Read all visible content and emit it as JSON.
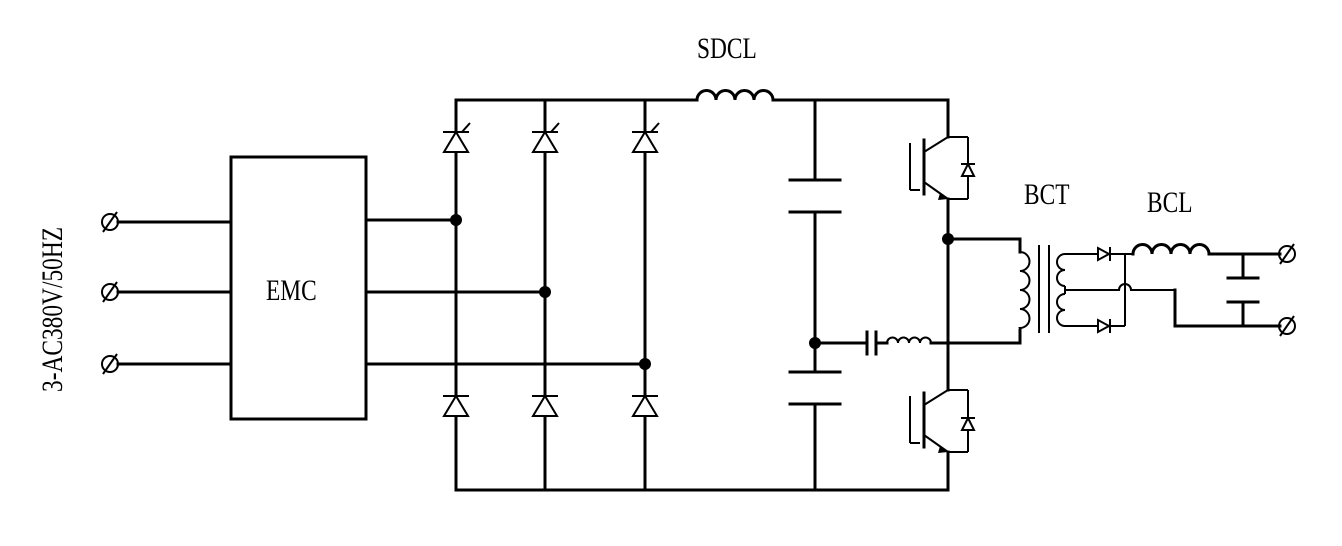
{
  "labels": {
    "supply": "3-AC380V/50HZ",
    "emc": "EMC",
    "sdcl": "SDCL",
    "bct": "BCT",
    "bcl": "BCL"
  },
  "colors": {
    "line": "#000000",
    "background": "#ffffff"
  }
}
